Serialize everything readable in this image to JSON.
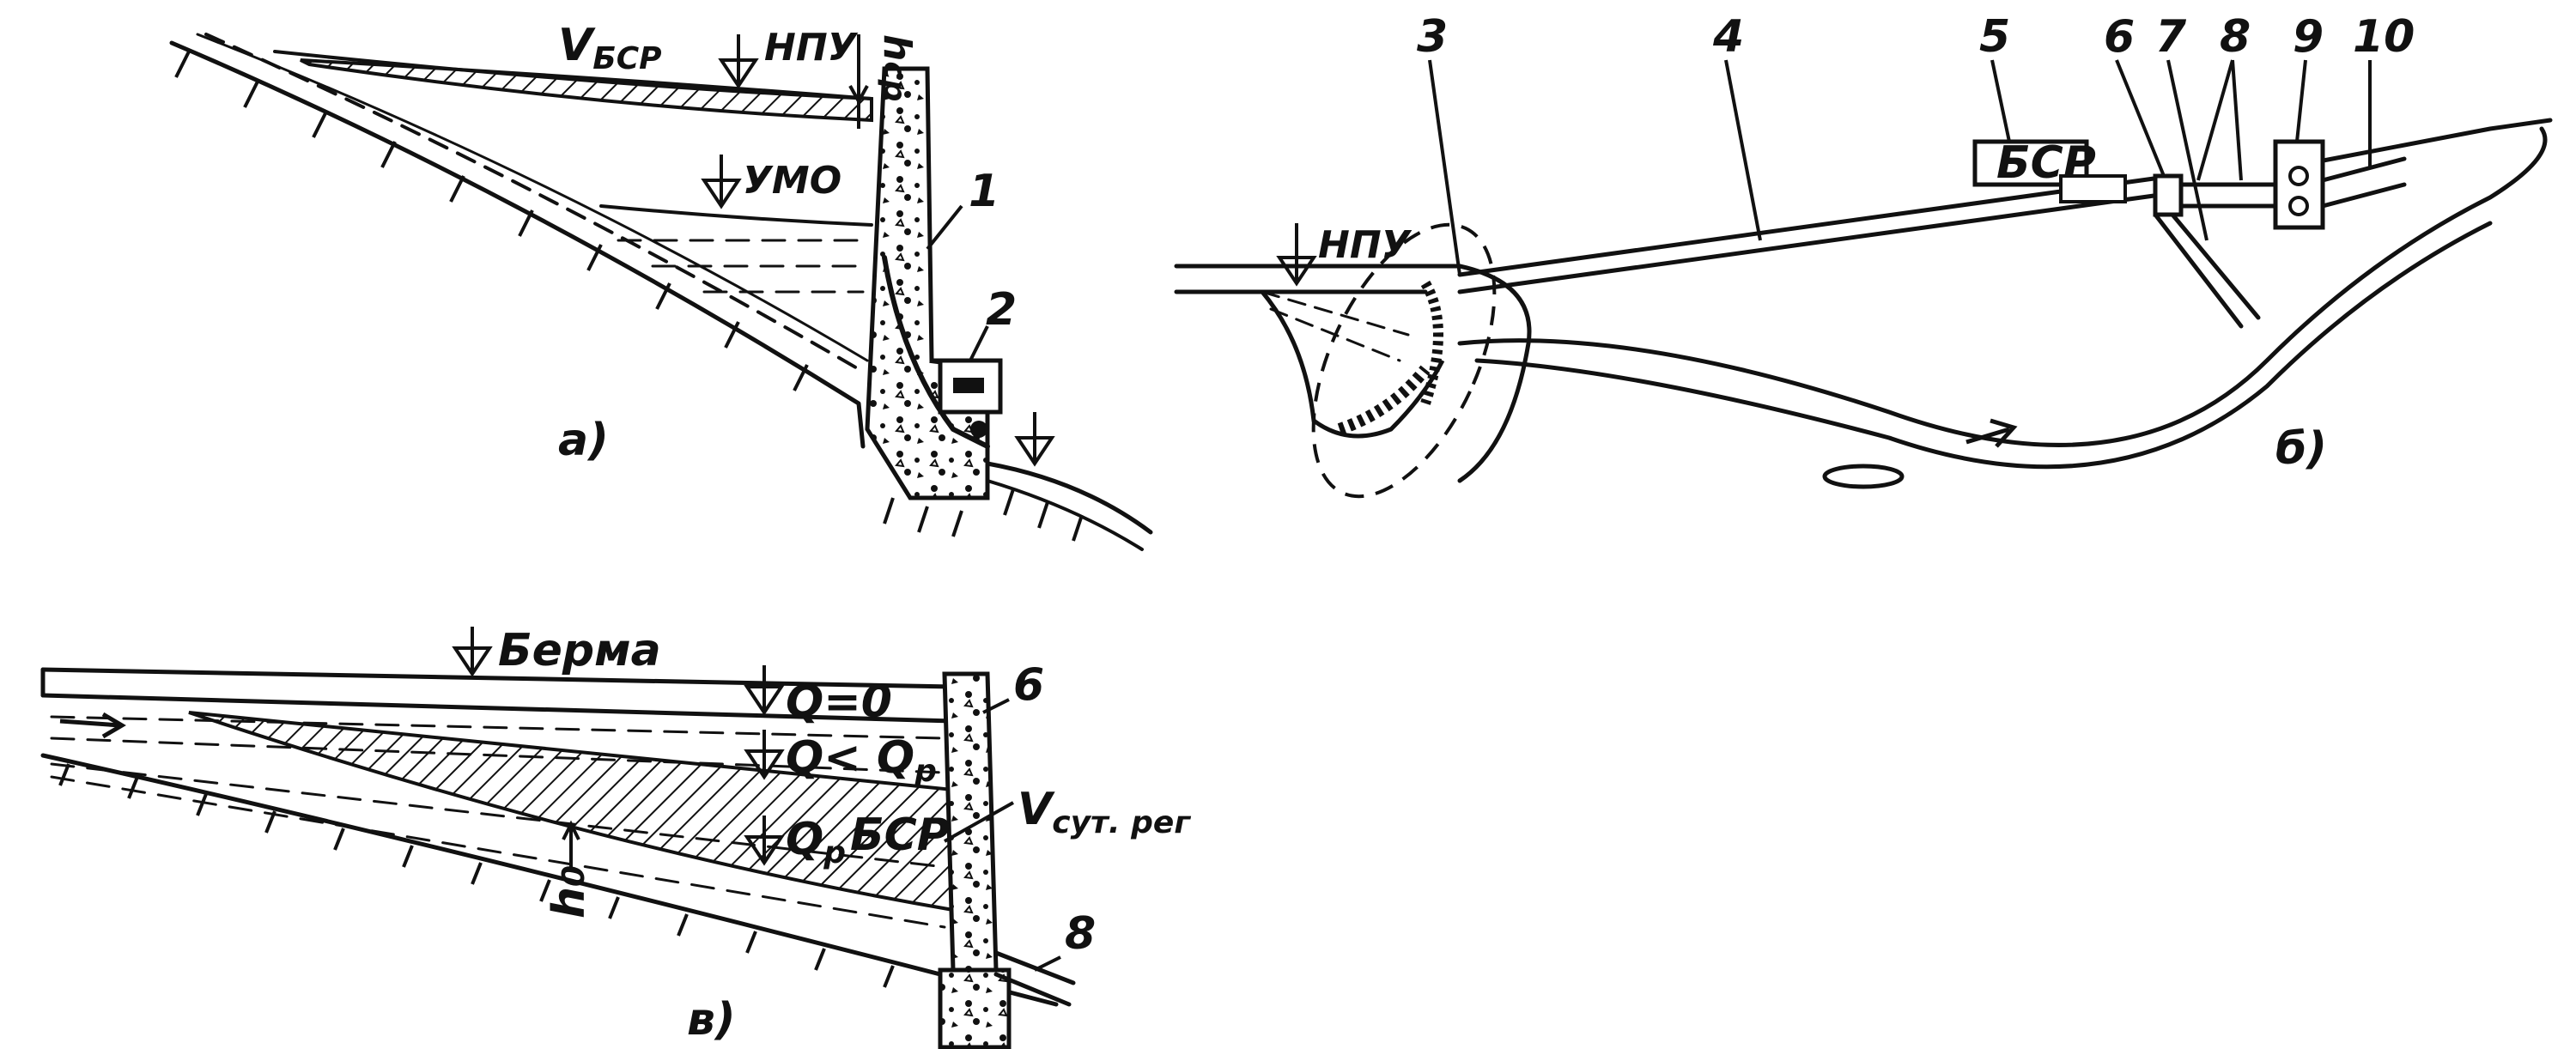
{
  "panel_a": {
    "caption": "а)",
    "v_bsr": "V",
    "v_bsr_sub": "БСР",
    "npu": "НПУ",
    "umo": "УМО",
    "h_sr": "h",
    "h_sr_sub": "ср",
    "num_1": "1",
    "num_2": "2"
  },
  "panel_b": {
    "caption": "б)",
    "npu": "НПУ",
    "bsr_box": "БСР",
    "numbers": [
      "3",
      "4",
      "5",
      "6",
      "7",
      "8",
      "9",
      "10"
    ]
  },
  "panel_c": {
    "caption": "в)",
    "berma": "Берма",
    "q0": "Q=0",
    "q_less": "Q< Q",
    "q_less_sub": "р",
    "q_p": "Q",
    "q_p_sub": "р",
    "bsr": "БСР",
    "v_sut": "V",
    "v_sut_sub": "сут. рег",
    "h0": "h",
    "h0_sub": "0",
    "num_6": "6",
    "num_8": "8"
  },
  "colors": {
    "ink": "#111111",
    "paper": "#ffffff"
  }
}
